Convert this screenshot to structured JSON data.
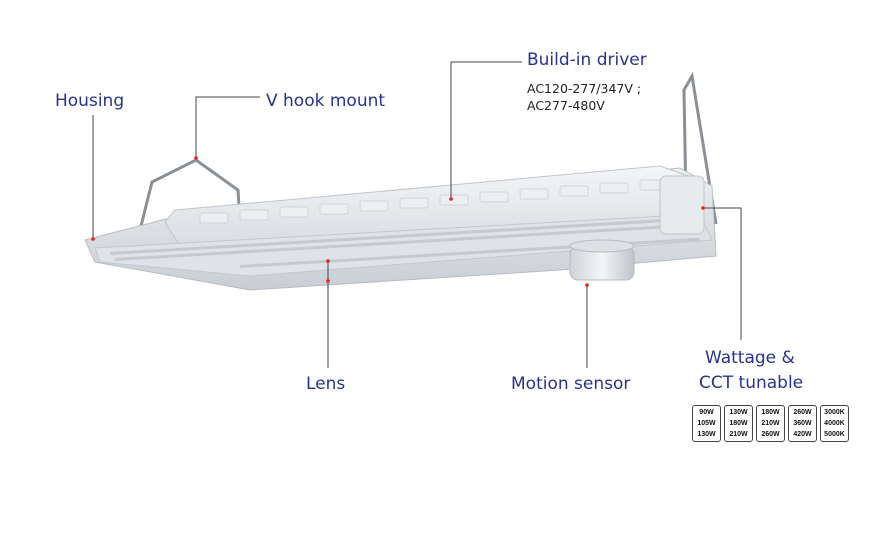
{
  "labels": {
    "housing": "Housing",
    "v_hook_mount": "V hook mount",
    "build_in_driver": "Build-in driver",
    "driver_voltage_1": "AC120-277/347V ;",
    "driver_voltage_2": "AC277-480V",
    "lens": "Lens",
    "motion_sensor": "Motion sensor",
    "wattage_line1": "Wattage &",
    "wattage_line2": "CCT tunable"
  },
  "spec_table": [
    [
      "90W",
      "105W",
      "130W"
    ],
    [
      "130W",
      "180W",
      "210W"
    ],
    [
      "180W",
      "210W",
      "260W"
    ],
    [
      "260W",
      "360W",
      "420W"
    ],
    [
      "3000K",
      "4000K",
      "5000K"
    ]
  ],
  "colors": {
    "label": "#27348b",
    "leader_line": "#444444",
    "marker_dot": "#e2231a",
    "housing": "#e6e9ec"
  }
}
